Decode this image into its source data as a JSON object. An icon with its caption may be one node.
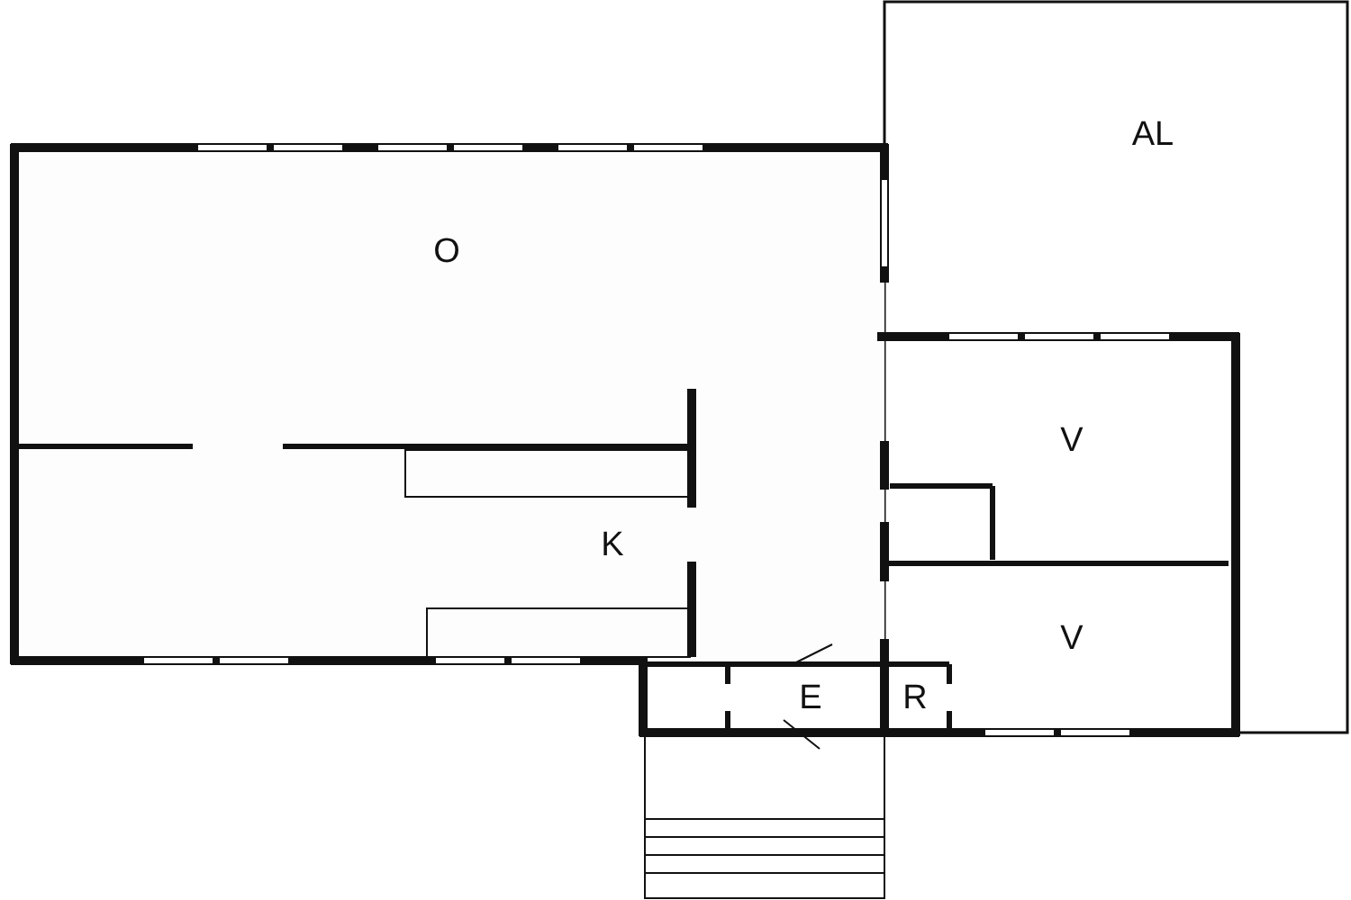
{
  "diagram": {
    "labels": [
      "AL",
      "O",
      "V",
      "K",
      "V",
      "E",
      "R"
    ]
  }
}
